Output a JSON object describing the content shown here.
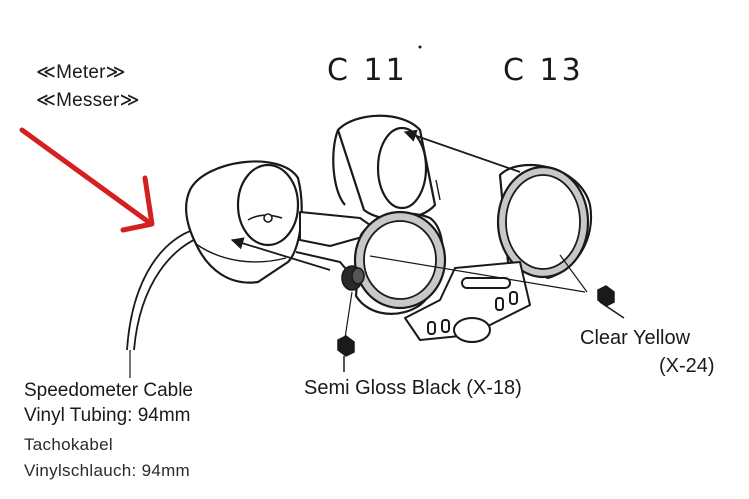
{
  "section": {
    "title_en": "≪Meter≫",
    "title_de": "≪Messer≫"
  },
  "parts": {
    "c11": "C 11",
    "c13": "C 13"
  },
  "paints": {
    "clear_yellow_name": "Clear Yellow",
    "clear_yellow_code": "(X-24)",
    "semi_gloss_black": "Semi Gloss Black (X-18)"
  },
  "cable": {
    "line1_en": "Speedometer Cable",
    "line2_en": "Vinyl Tubing: 94mm",
    "line1_de": "Tachokabel",
    "line2_de": "Vinylschlauch: 94mm"
  },
  "colors": {
    "pointer_arrow": "#d42020",
    "ink": "#1a1a1a",
    "lens_tint": "#c8c8c8"
  },
  "icons": [
    "red-pointer-arrow-icon",
    "paint-bottle-icon"
  ]
}
